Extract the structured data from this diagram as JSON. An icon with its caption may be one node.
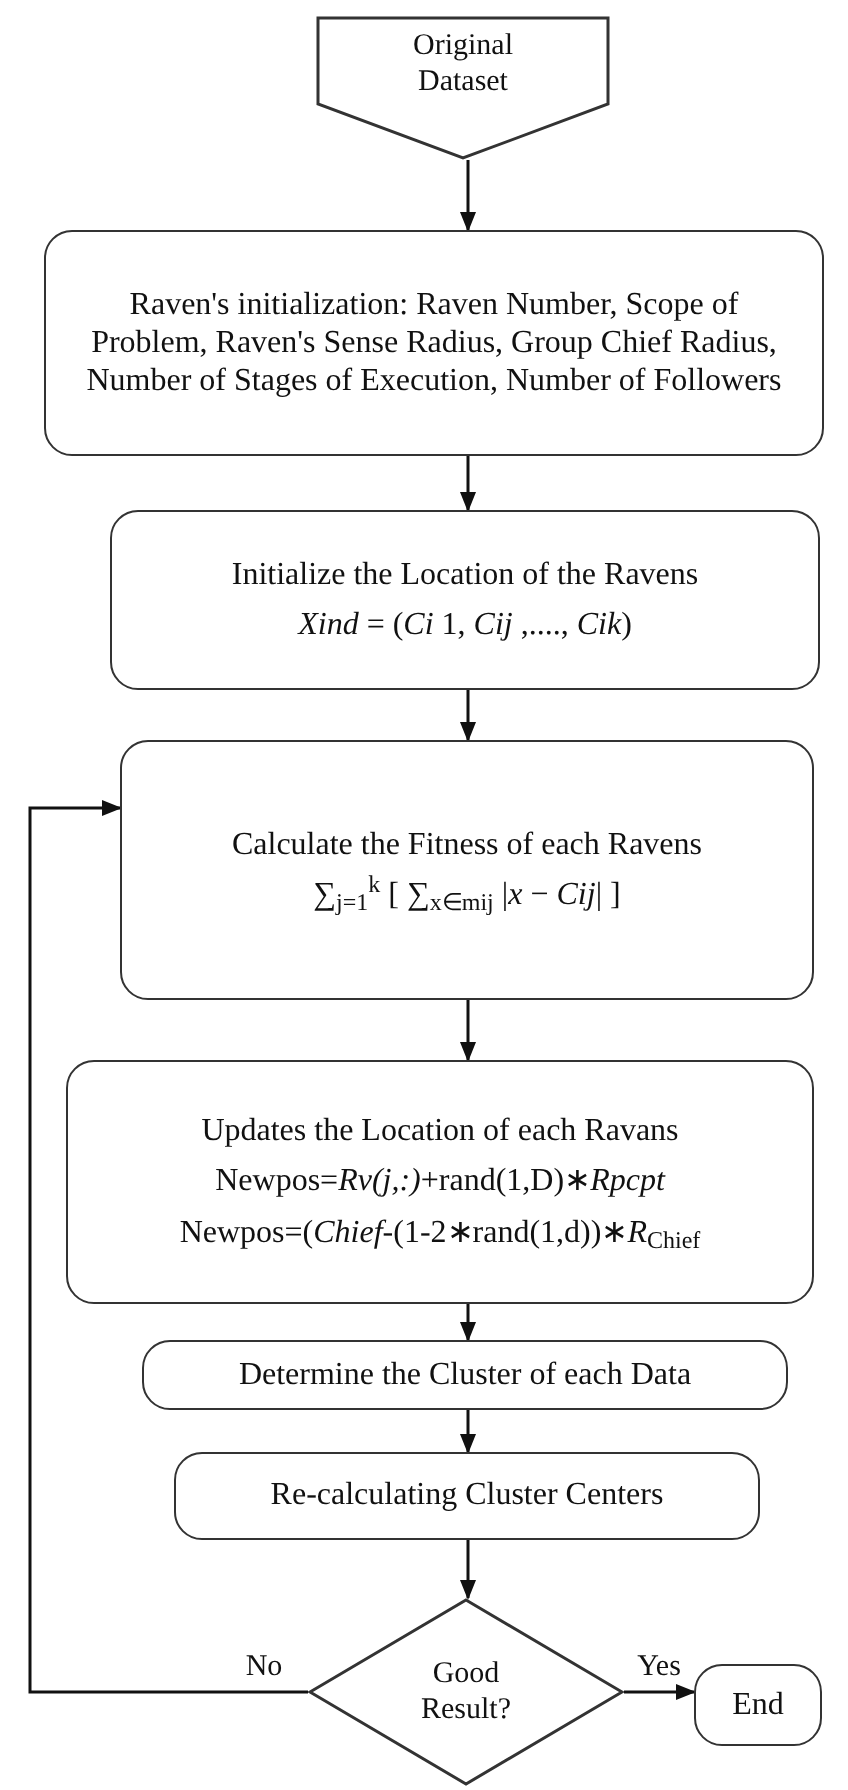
{
  "diagram": {
    "nodes": [
      {
        "text": [
          "Original Dataset"
        ]
      },
      {
        "text": [
          "Raven's initialization: Raven Number, Scope of Problem, Raven's Sense Radius, Group Chief Radius, Number of Stages of Execution, Number of Followers"
        ]
      },
      {
        "text": [
          "Initialize the Location of the Ravens",
          "*Xind* = (*Ci* 1, *Cij* ,...., *Cik*)"
        ]
      },
      {
        "text": [
          "Calculate the Fitness of each Ravens",
          "∑$_{j=1}$$^{k}$ [ ∑$_{x∈mij}$ |*x* − *Cij*| ]"
        ]
      },
      {
        "text": [
          "Updates the Location of each Ravans",
          "Newpos=*Rv(j,:)*+rand(1,D)∗*Rpcpt*",
          "Newpos=(*Chief*-(1-2∗rand(1,d))∗*R*$_{Chief}$"
        ]
      },
      {
        "text": [
          "Determine the Cluster of each Data"
        ]
      },
      {
        "text": [
          "Re-calculating Cluster Centers"
        ]
      },
      {
        "text": [
          "Good Result?"
        ]
      },
      {
        "text": [
          "End"
        ]
      }
    ],
    "edges": [
      {
        "from": 0,
        "to": 1,
        "arrow": "to"
      },
      {
        "from": 1,
        "to": 2,
        "arrow": "to"
      },
      {
        "from": 2,
        "to": 3,
        "arrow": "to"
      },
      {
        "from": 3,
        "to": 4,
        "arrow": "to"
      },
      {
        "from": 4,
        "to": 5,
        "arrow": "to"
      },
      {
        "from": 5,
        "to": 6,
        "arrow": "to"
      },
      {
        "from": 6,
        "to": 7,
        "arrow": "to"
      },
      {
        "from": 7,
        "to": 3,
        "arrow": "to",
        "label": "No"
      },
      {
        "from": 7,
        "to": 8,
        "arrow": "to",
        "label": "Yes"
      }
    ]
  }
}
